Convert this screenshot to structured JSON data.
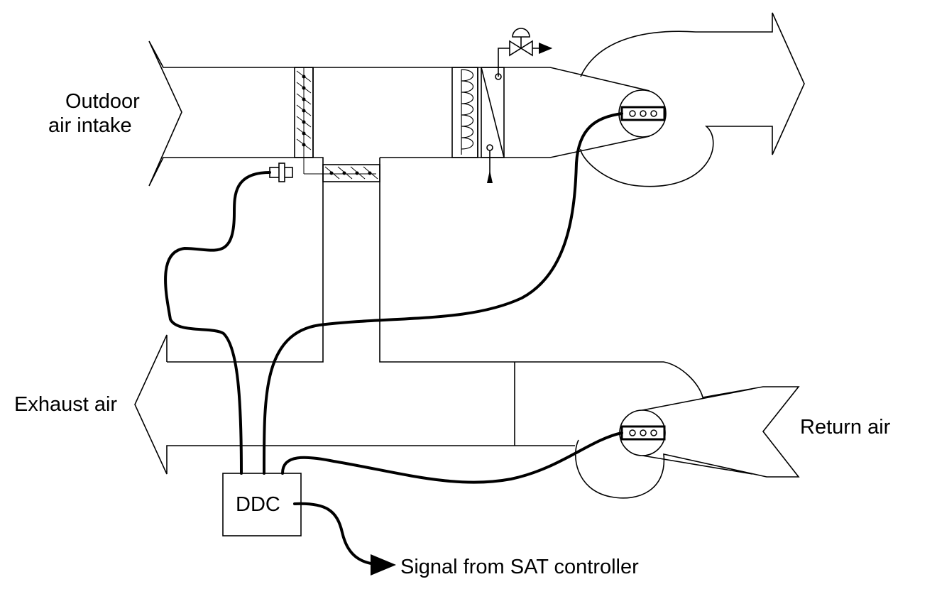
{
  "labels": {
    "outdoor_line1": "Outdoor",
    "outdoor_line2": "air intake",
    "exhaust": "Exhaust air",
    "return": "Return air",
    "controller": "DDC",
    "signal": "Signal from SAT controller"
  },
  "colors": {
    "line": "#000000",
    "background": "#ffffff"
  }
}
